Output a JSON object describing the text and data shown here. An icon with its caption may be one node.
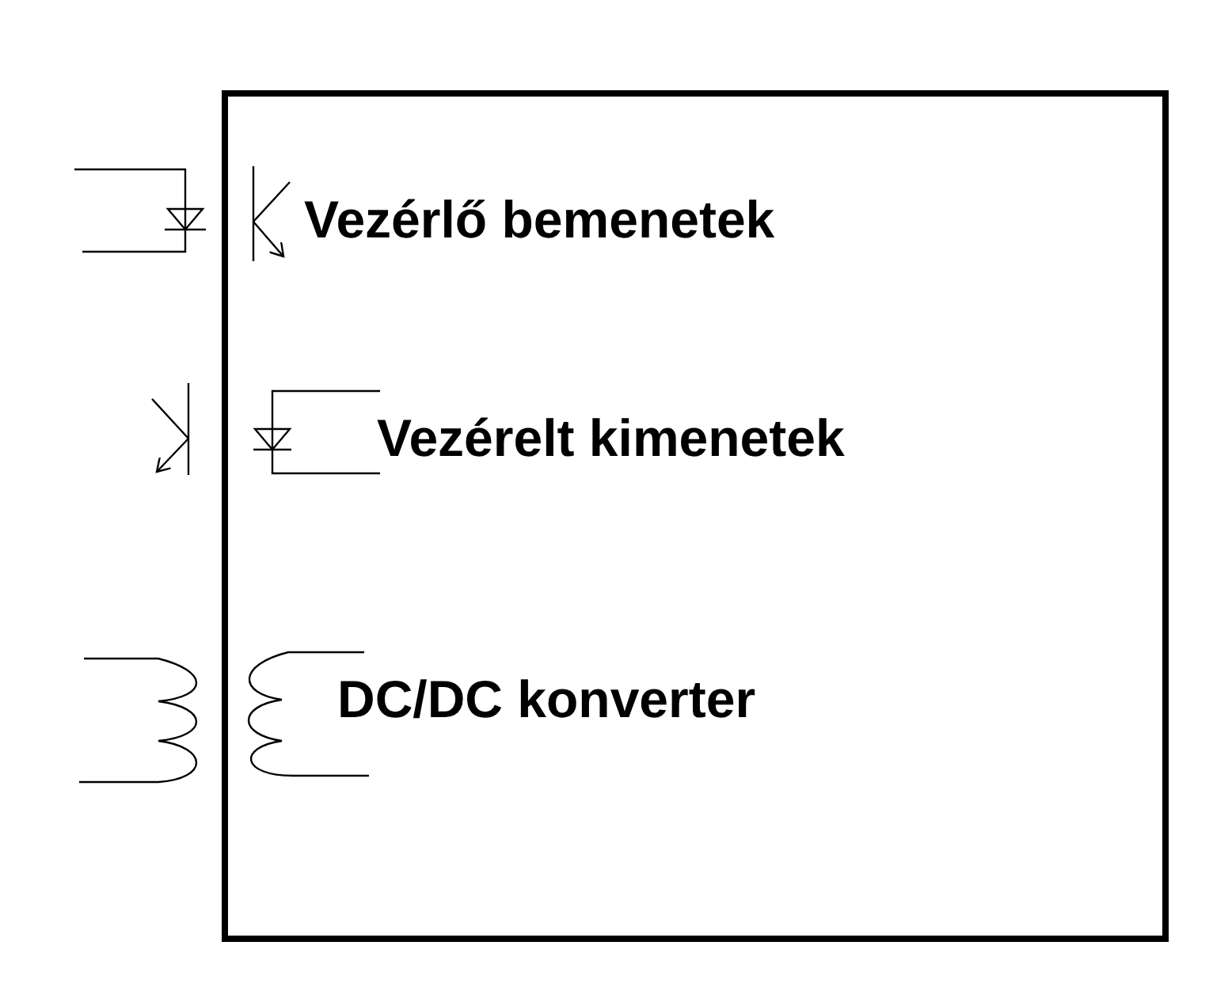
{
  "diagram": {
    "labels": [
      "Vezérlő bemenetek",
      "Vezérelt kimenetek",
      "DC/DC konverter"
    ]
  }
}
